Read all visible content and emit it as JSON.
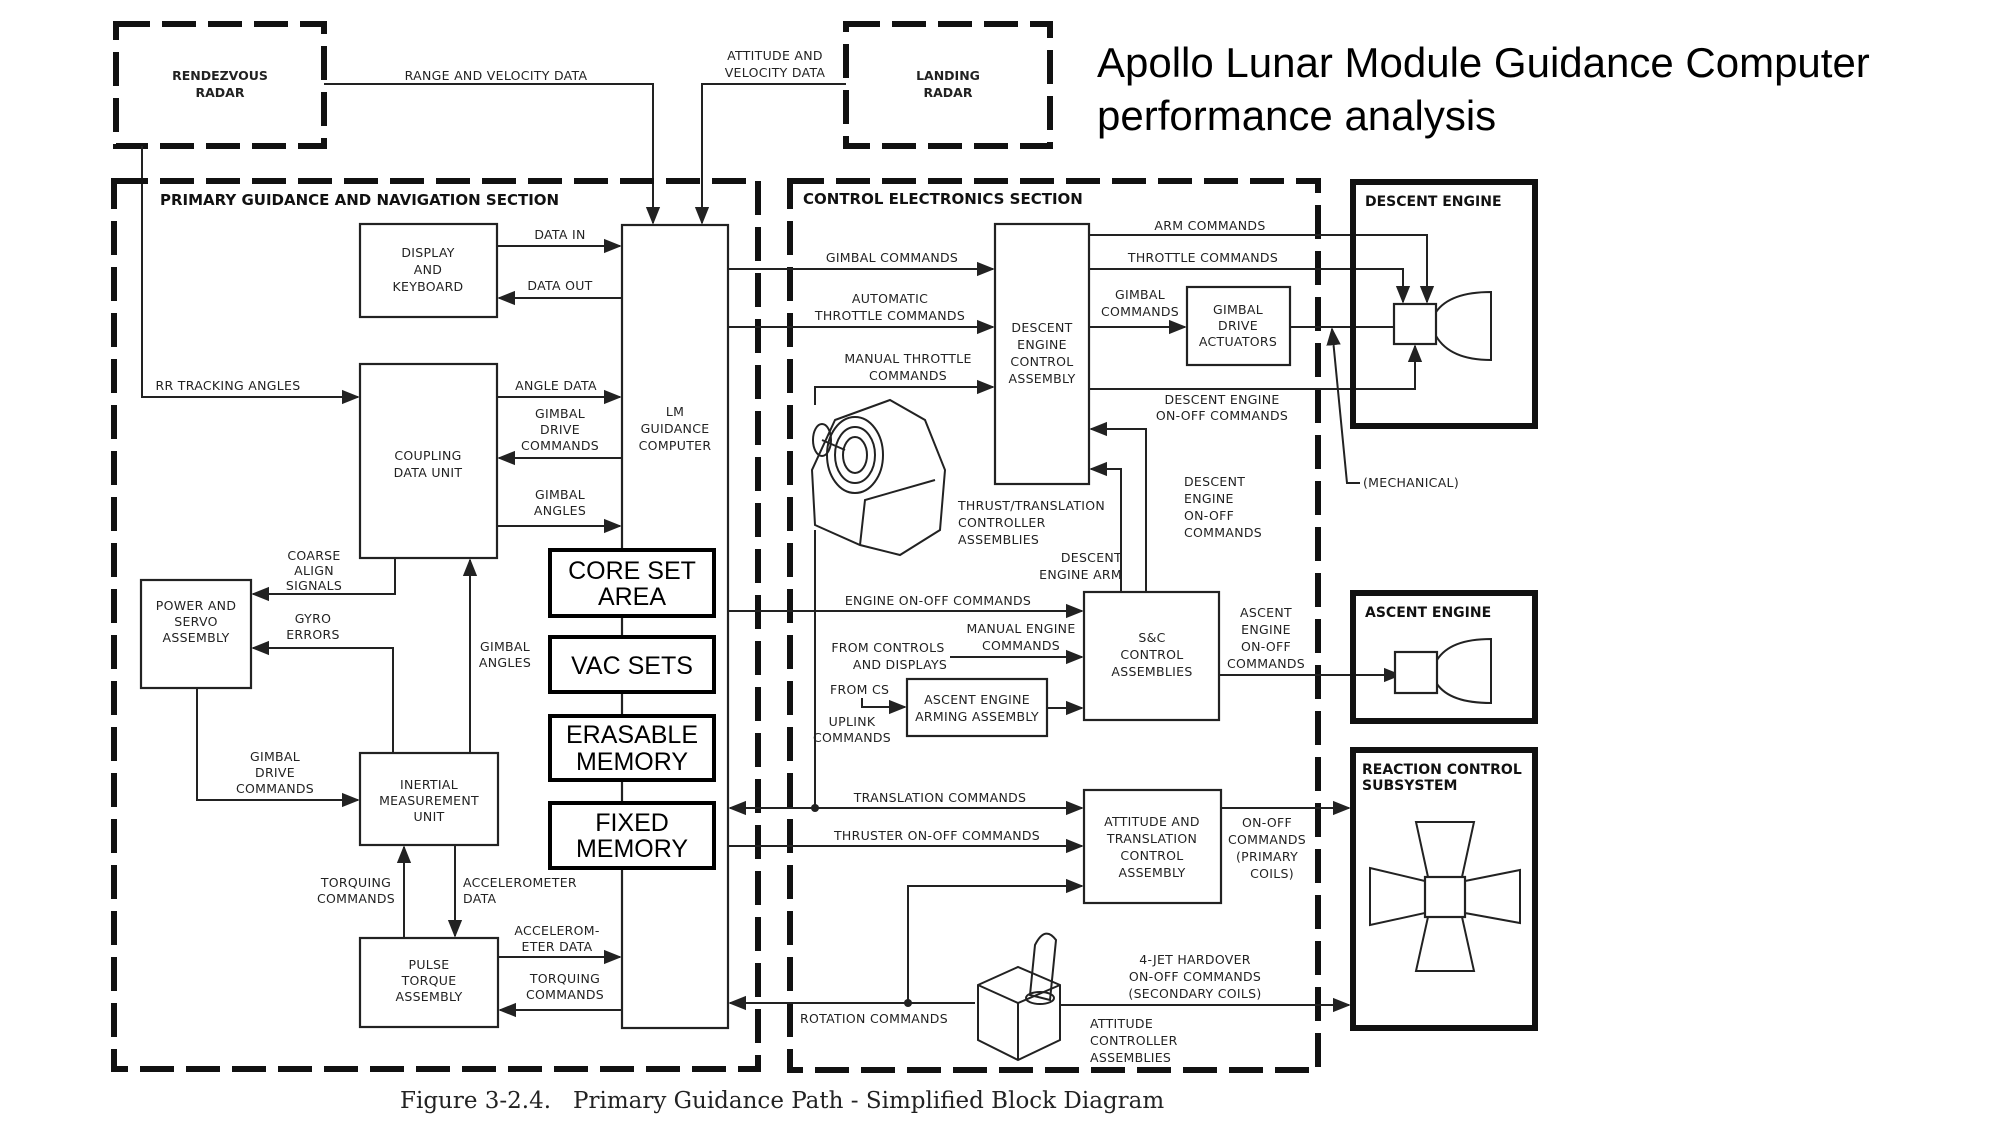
{
  "title": {
    "line1": "Apollo Lunar Module Guidance Computer",
    "line2": "performance analysis"
  },
  "caption": "Figure 3-2.4.   Primary Guidance Path - Simplified Block Diagram",
  "external": {
    "rendezvous_radar": [
      "RENDEZVOUS",
      "RADAR"
    ],
    "landing_radar": [
      "LANDING",
      "RADAR"
    ],
    "range_velocity": "RANGE AND VELOCITY DATA",
    "attitude_velocity": [
      "ATTITUDE AND",
      "VELOCITY DATA"
    ]
  },
  "primary_section": {
    "title": "PRIMARY GUIDANCE AND NAVIGATION SECTION",
    "display_keyboard": [
      "DISPLAY",
      "AND",
      "KEYBOARD"
    ],
    "coupling_data_unit": [
      "COUPLING",
      "DATA UNIT"
    ],
    "lgc": [
      "LM",
      "GUIDANCE",
      "COMPUTER"
    ],
    "power_servo": [
      "POWER AND",
      "SERVO",
      "ASSEMBLY"
    ],
    "imu": [
      "INERTIAL",
      "MEASUREMENT",
      "UNIT"
    ],
    "pulse_torque": [
      "PULSE",
      "TORQUE",
      "ASSEMBLY"
    ],
    "signals": {
      "data_in": "DATA IN",
      "data_out": "DATA OUT",
      "rr_tracking": "RR TRACKING ANGLES",
      "angle_data": "ANGLE DATA",
      "gimbal_drive_cmds": [
        "GIMBAL",
        "DRIVE",
        "COMMANDS"
      ],
      "gimbal_angles": [
        "GIMBAL",
        "ANGLES"
      ],
      "coarse_align": [
        "COARSE",
        "ALIGN",
        "SIGNALS"
      ],
      "gyro_errors": [
        "GYRO",
        "ERRORS"
      ],
      "gimbal_angles_2": [
        "GIMBAL",
        "ANGLES"
      ],
      "gimbal_drive_cmds_2": [
        "GIMBAL",
        "DRIVE",
        "COMMANDS"
      ],
      "torquing_cmds": [
        "TORQUING",
        "COMMANDS"
      ],
      "accel_data": [
        "ACCELEROMETER",
        "DATA"
      ],
      "accel_data_2": [
        "ACCELEROM-",
        "ETER DATA"
      ],
      "torquing_cmds_2": [
        "TORQUING",
        "COMMANDS"
      ]
    }
  },
  "memory_overlays": [
    {
      "lines": [
        "CORE SET",
        "AREA"
      ]
    },
    {
      "lines": [
        "VAC SETS"
      ]
    },
    {
      "lines": [
        "ERASABLE",
        "MEMORY"
      ]
    },
    {
      "lines": [
        "FIXED",
        "MEMORY"
      ]
    }
  ],
  "control_section": {
    "title": "CONTROL ELECTRONICS SECTION",
    "deca": [
      "DESCENT",
      "ENGINE",
      "CONTROL",
      "ASSEMBLY"
    ],
    "gda": [
      "GIMBAL",
      "DRIVE",
      "ACTUATORS"
    ],
    "snc": [
      "S&C",
      "CONTROL",
      "ASSEMBLIES"
    ],
    "aeaa": [
      "ASCENT ENGINE",
      "ARMING ASSEMBLY"
    ],
    "atca": [
      "ATTITUDE AND",
      "TRANSLATION",
      "CONTROL",
      "ASSEMBLY"
    ],
    "ttca": [
      "THRUST/TRANSLATION",
      "CONTROLLER",
      "ASSEMBLIES"
    ],
    "aca": [
      "ATTITUDE",
      "CONTROLLER",
      "ASSEMBLIES"
    ],
    "signals": {
      "gimbal_cmds": "GIMBAL COMMANDS",
      "auto_throttle": [
        "AUTOMATIC",
        "THROTTLE COMMANDS"
      ],
      "manual_throttle": [
        "MANUAL THROTTLE",
        "COMMANDS"
      ],
      "arm_cmds": "ARM COMMANDS",
      "throttle_cmds": "THROTTLE COMMANDS",
      "gimbal_cmds_2": [
        "GIMBAL",
        "COMMANDS"
      ],
      "descent_onoff": [
        "DESCENT ENGINE",
        "ON-OFF COMMANDS"
      ],
      "descent_onoff_2": [
        "DESCENT",
        "ENGINE",
        "ON-OFF",
        "COMMANDS"
      ],
      "descent_arm": [
        "DESCENT",
        "ENGINE ARM"
      ],
      "engine_onoff": "ENGINE ON-OFF COMMANDS",
      "manual_engine": [
        "MANUAL ENGINE",
        "COMMANDS"
      ],
      "from_controls": [
        "FROM CONTROLS",
        "AND DISPLAYS"
      ],
      "from_cs": "FROM CS",
      "uplink": [
        "UPLINK",
        "COMMANDS"
      ],
      "ascent_onoff": [
        "ASCENT",
        "ENGINE",
        "ON-OFF",
        "COMMANDS"
      ],
      "translation": "TRANSLATION COMMANDS",
      "thruster_onoff": "THRUSTER ON-OFF COMMANDS",
      "onoff_primary": [
        "ON-OFF",
        "COMMANDS",
        "(PRIMARY",
        "COILS)"
      ],
      "hardover": [
        "4-JET HARDOVER",
        "ON-OFF COMMANDS",
        "(SECONDARY COILS)"
      ],
      "rotation": "ROTATION COMMANDS",
      "mechanical": "(MECHANICAL)"
    }
  },
  "subsystems": {
    "descent_engine": "DESCENT ENGINE",
    "ascent_engine": "ASCENT ENGINE",
    "rcs": [
      "REACTION CONTROL",
      "SUBSYSTEM"
    ]
  }
}
